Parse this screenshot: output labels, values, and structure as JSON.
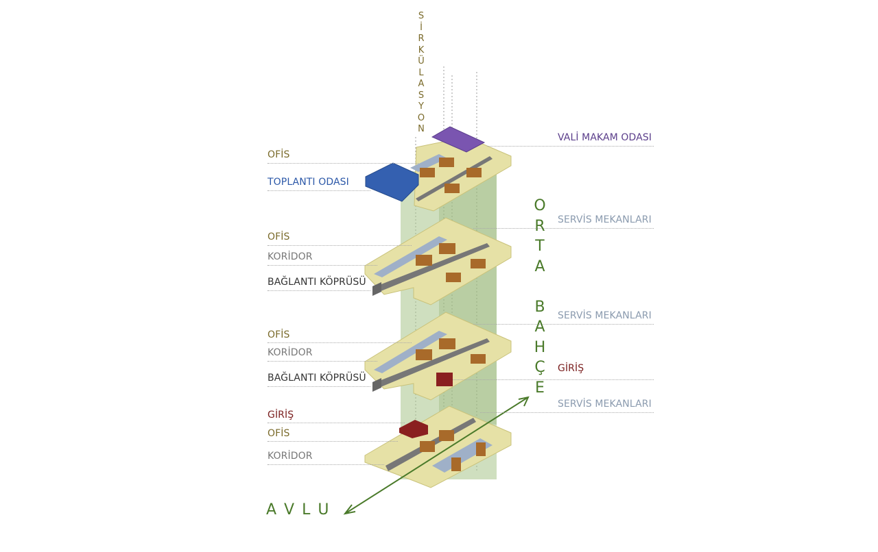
{
  "vertical_labels": {
    "sirkulasyon": [
      "S",
      "İ",
      "R",
      "K",
      "Ü",
      "L",
      "A",
      "S",
      "Y",
      "O",
      "N"
    ],
    "orta_bahce": [
      "O",
      "R",
      "T",
      "A",
      "",
      "B",
      "A",
      "H",
      "Ç",
      "E"
    ]
  },
  "avlu": "A V L U",
  "labels_left": {
    "ofis_1": "OFİS",
    "toplanti": "TOPLANTI ODASI",
    "ofis_2": "OFİS",
    "koridor_2": "KORİDOR",
    "baglanti_2": "BAĞLANTI KÖPRÜSÜ",
    "ofis_3": "OFİS",
    "koridor_3": "KORİDOR",
    "baglanti_3": "BAĞLANTI KÖPRÜSÜ",
    "giris_4": "GİRİŞ",
    "ofis_4": "OFİS",
    "koridor_4": "KORİDOR"
  },
  "labels_right": {
    "vali": "VALİ MAKAM ODASI",
    "servis_1": "SERVİS MEKANLARI",
    "servis_2": "SERVİS MEKANLARI",
    "giris": "GİRİŞ",
    "servis_3": "SERVİS MEKANLARI"
  },
  "colors": {
    "ofis": "#7a6a2a",
    "toplanti": "#2c58a8",
    "koridor": "#777777",
    "baglanti": "#333333",
    "giris": "#7a1f1f",
    "vali": "#5a3d8a",
    "servis": "#8a9aae",
    "orta_bahce": "#4a7a2a",
    "sirkulasyon": "#7a6a2a",
    "slab": "#e6e1a6",
    "slab_edge": "#c9c27a",
    "green_volume": "#a8c48a",
    "corridor_fill": "#9fb0c8",
    "brown_room": "#a86a2a",
    "red_room": "#8a2020",
    "purple_room": "#7a55b0",
    "blue_room": "#3460b0"
  }
}
